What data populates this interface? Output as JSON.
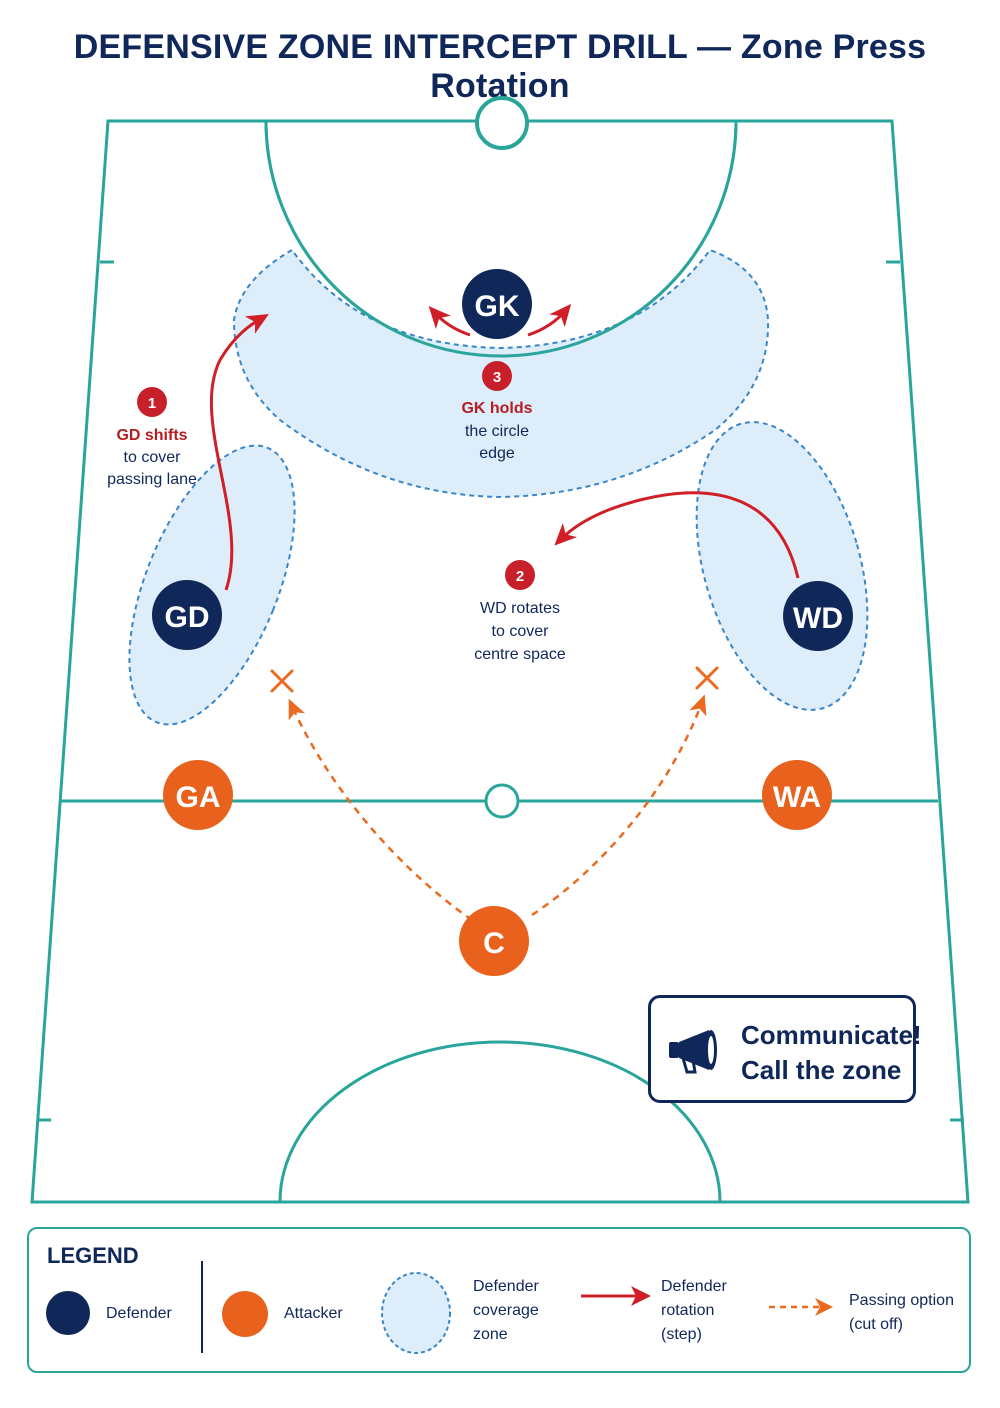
{
  "title": "DEFENSIVE ZONE INTERCEPT DRILL — Zone Press Rotation",
  "colors": {
    "court_line": "#2aa59b",
    "defender": "#10275a",
    "attacker": "#e8621d",
    "zone_fill": "#ddeefa",
    "zone_stroke": "#3a86c8",
    "rotation_arrow": "#d01f27",
    "pass_arrow": "#ea6a1f"
  },
  "players": {
    "gk": "GK",
    "gd": "GD",
    "wd": "WD",
    "ga": "GA",
    "wa": "WA",
    "c": "C"
  },
  "steps": [
    {
      "number": "1",
      "highlight": "GD shifts",
      "lines": [
        "to cover",
        "passing lane"
      ]
    },
    {
      "number": "2",
      "highlight": "",
      "lines": [
        "WD rotates",
        "to cover",
        "centre space"
      ]
    },
    {
      "number": "3",
      "highlight": "GK holds",
      "lines": [
        "the circle",
        "edge"
      ]
    }
  ],
  "callout": {
    "line1": "Communicate!",
    "line2": "Call the zone",
    "icon": "megaphone-icon"
  },
  "legend": {
    "title": "LEGEND",
    "defender": "Defender",
    "attacker": "Attacker",
    "zone": [
      "Defender",
      "coverage",
      "zone"
    ],
    "rotation": [
      "Defender",
      "rotation",
      "(step)"
    ],
    "pass": [
      "Passing option",
      "(cut off)"
    ]
  }
}
